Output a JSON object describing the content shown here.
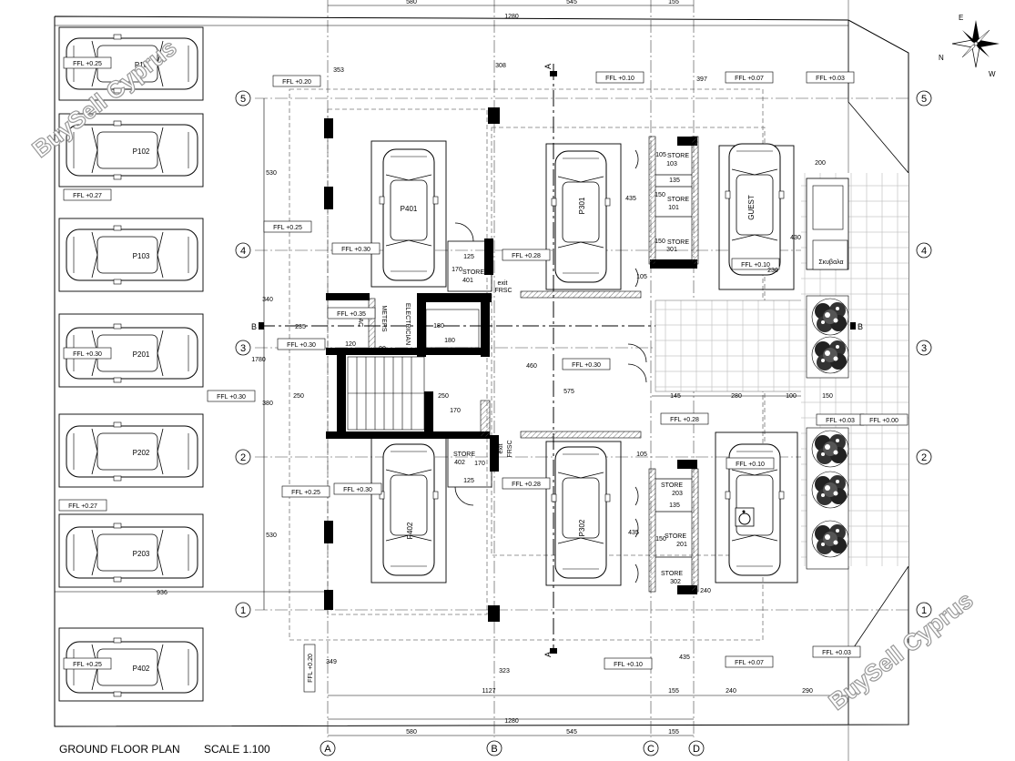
{
  "title": "GROUND FLOOR PLAN",
  "scale": "SCALE 1.100",
  "watermark": "BuySell Cyprus",
  "compass": {
    "n": "N",
    "e": "E",
    "w": "W"
  },
  "grid": {
    "cols": [
      "A",
      "B",
      "C",
      "D"
    ],
    "rows": [
      "5",
      "4",
      "3",
      "2",
      "1"
    ]
  },
  "section_marks": {
    "a": "A",
    "b": "B"
  },
  "left_parking": [
    "P10",
    "P102",
    "P103",
    "P201",
    "P202",
    "P203",
    "P402"
  ],
  "inner_parking": {
    "p401": "P401",
    "p402": "P402",
    "p301": "P301",
    "p302": "P302",
    "guest": "GUEST"
  },
  "rooms": {
    "store401": "STORE",
    "store401_n": "401",
    "store402": "STORE",
    "store402_n": "402",
    "store103": "STORE",
    "store103_n": "103",
    "store101": "STORE",
    "store101_n": "101",
    "store301": "STORE",
    "store301_n": "301",
    "store203": "STORE",
    "store203_n": "203",
    "store201": "STORE",
    "store201_n": "201",
    "store302": "STORE",
    "store302_n": "302",
    "eac": "EAC",
    "meters": "METERS",
    "electrician": "ELECTRICIAN",
    "exit1": "exit",
    "exit1b": "FRSC",
    "exit2": "exit",
    "exit2b": "FRSC",
    "bins": "Σκυβαλα"
  },
  "ffl": {
    "l1": "FFL +0.25",
    "l2": "FFL +0.27",
    "l3": "FFL +0.30",
    "l4": "FFL +0.27",
    "l5": "FFL +0.25",
    "c1": "FFL +0.20",
    "c2": "FFL +0.25",
    "c3": "FFL +0.30",
    "c4": "FFL +0.25",
    "c5": "FFL +0.30",
    "c6": "FFL +0.30",
    "c7": "FFL +0.35",
    "c8": "FFL +0.30",
    "m1": "FFL +0.10",
    "m2": "FFL +0.28",
    "m3": "FFL +0.30",
    "m4": "FFL +0.28",
    "m5": "FFL +0.28",
    "m6": "FFL +0.10",
    "m7": "FFL +0.20",
    "r1": "FFL +0.07",
    "r2": "FFL +0.03",
    "r3": "FFL +0.10",
    "r4": "FFL +0.10",
    "r5": "FFL +0.07",
    "r6": "FFL +0.03",
    "r7": "FFL +0.03",
    "r8": "FFL +0.00"
  },
  "dims": {
    "top1": "580",
    "top2": "545",
    "top3": "155",
    "top_total": "1280",
    "bot1": "580",
    "bot2": "545",
    "bot3": "155",
    "bot_total": "1280",
    "bot_mid": "1127",
    "bot4": "155",
    "bot5": "240",
    "bot6": "290",
    "d353": "353",
    "d308": "308",
    "d397": "397",
    "d530a": "530",
    "d340": "340",
    "d1780": "1780",
    "d380": "380",
    "d530b": "530",
    "d235": "235",
    "d120": "120",
    "d90": "90",
    "d250a": "250",
    "d250b": "250",
    "d170a": "170",
    "d180a": "180",
    "d180b": "180",
    "d125a": "125",
    "d170b": "170",
    "d460": "460",
    "d575": "575",
    "d105a": "105",
    "d135a": "135",
    "d150a": "150",
    "d435a": "435",
    "d150b": "150",
    "d105b": "105",
    "d200": "200",
    "d430": "430",
    "d230": "230",
    "d145": "145",
    "d280": "280",
    "d100": "100",
    "d150c": "150",
    "d105c": "105",
    "d135b": "135",
    "d435b": "435",
    "d150d": "150",
    "d240": "240",
    "d125b": "125",
    "d170c": "170",
    "d936": "936",
    "d349": "349",
    "d323": "323",
    "d435c": "435"
  }
}
